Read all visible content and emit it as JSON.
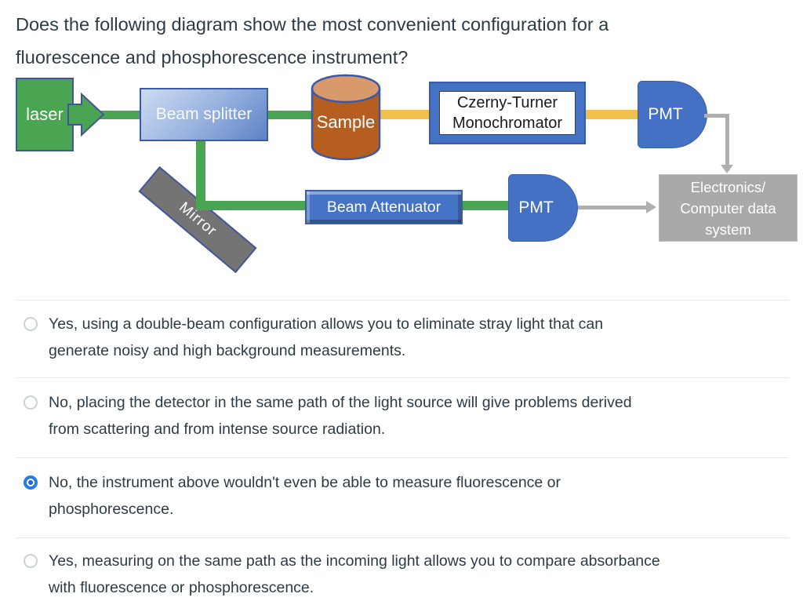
{
  "question": {
    "title_lines": [
      "Does the following diagram show the most convenient configuration for a",
      "fluorescence and phosphorescence instrument?"
    ]
  },
  "diagram": {
    "laser_label": "laser",
    "beam_splitter_label": "Beam splitter",
    "sample_label": "Sample",
    "monochromator_lines": [
      "Czerny-Turner",
      "Monochromator"
    ],
    "pmt_top_label": "PMT",
    "pmt_bottom_label": "PMT",
    "mirror_label": "Mirror",
    "beam_attenuator_label": "Beam Attenuator",
    "electronics_lines": [
      "Electronics/",
      "Computer data",
      "system"
    ]
  },
  "colors": {
    "beam_green": "#4AA552",
    "beam_yellow": "#F1BF4B",
    "shape_blue": "#4472C4",
    "shape_border_blue": "#3A5BA9",
    "connector_gray": "#AFAFAF",
    "mirror_gray": "#747474",
    "electronics_gray": "#A9A9A9",
    "radio_selected_blue": "#2B7CE0",
    "text": "#2D3B45"
  },
  "options": [
    {
      "selected": false,
      "lines": [
        "Yes, using a double-beam configuration allows you to eliminate stray light that can",
        "generate noisy and high background measurements."
      ]
    },
    {
      "selected": false,
      "lines": [
        "No, placing the detector in the same path of the light source will give problems derived",
        "from scattering and from intense source radiation."
      ]
    },
    {
      "selected": true,
      "lines": [
        "No, the instrument above wouldn't even be able to measure fluorescence or",
        "phosphorescence."
      ]
    },
    {
      "selected": false,
      "lines": [
        "Yes, measuring on the same path as the incoming light allows you to compare absorbance",
        "with fluorescence or phosphorescence."
      ]
    }
  ]
}
